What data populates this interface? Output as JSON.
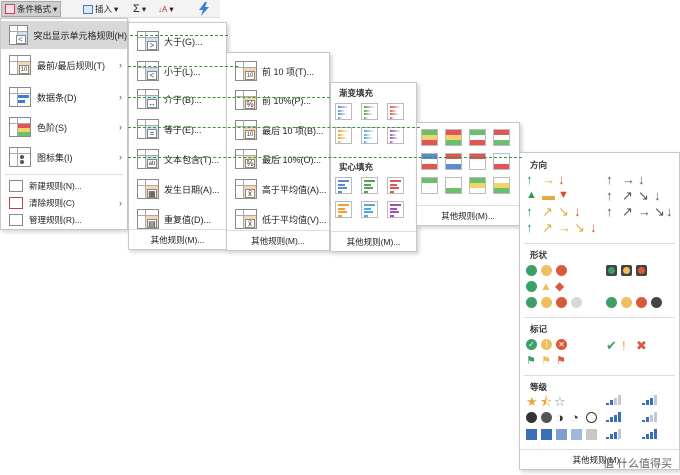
{
  "ribbon": {
    "conditional_format": "条件格式",
    "insert": "插入",
    "sum_glyph": "Σ",
    "sort_glyph": "↓A"
  },
  "main_menu": {
    "items": [
      {
        "label": "突出显示单元格规则(H)",
        "icon": "highlight-cells-icon",
        "submenu": true
      },
      {
        "label": "最前/最后规则(T)",
        "icon": "top-bottom-icon",
        "submenu": true
      },
      {
        "label": "数据条(D)",
        "icon": "data-bars-icon",
        "submenu": true
      },
      {
        "label": "色阶(S)",
        "icon": "color-scales-icon",
        "submenu": true
      },
      {
        "label": "图标集(I)",
        "icon": "icon-sets-icon",
        "submenu": true
      }
    ],
    "small_items": [
      {
        "label": "新建规则(N)...",
        "icon": "new-rule-icon"
      },
      {
        "label": "清除规则(C)",
        "icon": "clear-rules-icon",
        "submenu": true
      },
      {
        "label": "管理规则(R)...",
        "icon": "manage-rules-icon"
      }
    ]
  },
  "highlight_menu": {
    "items": [
      {
        "label": "大于(G)...",
        "symbol": ">"
      },
      {
        "label": "小于(L)...",
        "symbol": "<"
      },
      {
        "label": "介于(B)...",
        "symbol": "↔"
      },
      {
        "label": "等于(E)...",
        "symbol": "="
      },
      {
        "label": "文本包含(T)...",
        "symbol": "ab"
      },
      {
        "label": "发生日期(A)...",
        "symbol": "▦"
      },
      {
        "label": "重复值(D)...",
        "symbol": "▤"
      }
    ],
    "footer": "其他规则(M)..."
  },
  "topbottom_menu": {
    "items": [
      {
        "label": "前 10 项(T)...",
        "symbol": "10"
      },
      {
        "label": "前 10%(P)...",
        "symbol": "%"
      },
      {
        "label": "最后 10 项(B)...",
        "symbol": "10"
      },
      {
        "label": "最后 10%(O)...",
        "symbol": "%"
      },
      {
        "label": "高于平均值(A)...",
        "symbol": "x̄"
      },
      {
        "label": "低于平均值(V)...",
        "symbol": "x̄"
      }
    ],
    "footer": "其他规则(M)..."
  },
  "databar_menu": {
    "gradient_title": "渐变填充",
    "solid_title": "实心填充",
    "footer": "其他规则(M)...",
    "colors": [
      "#5b8bd6",
      "#5aa05a",
      "#e25555",
      "#f0a030",
      "#50a8e0",
      "#a050b0"
    ]
  },
  "colorscale_menu": {
    "footer": "其他规则(M)..."
  },
  "iconset_menu": {
    "sections": {
      "directions": "方向",
      "shapes": "形状",
      "indicators": "标记",
      "ratings": "等级"
    },
    "footer": "其他规则(M)..."
  },
  "watermark": "值 什么值得买"
}
